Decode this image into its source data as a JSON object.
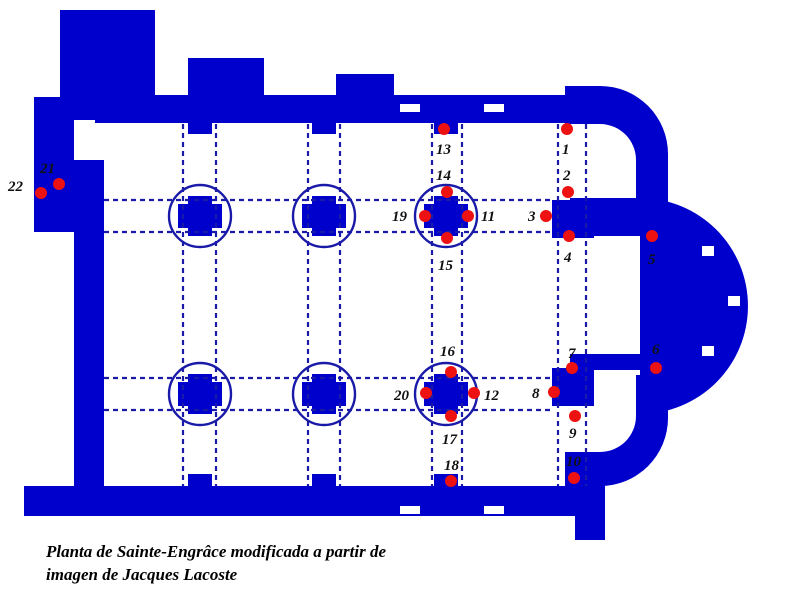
{
  "caption": {
    "line1": "Planta de Sainte-Engrâce modificada a partir de",
    "line2": "imagen de Jacques Lacoste"
  },
  "colors": {
    "wall": "#0000cc",
    "dash": "#1a1aa8",
    "dot": "#ee1111",
    "background": "#ffffff"
  },
  "points": [
    {
      "id": "1",
      "label": "1"
    },
    {
      "id": "2",
      "label": "2"
    },
    {
      "id": "3",
      "label": "3"
    },
    {
      "id": "4",
      "label": "4"
    },
    {
      "id": "5",
      "label": "5"
    },
    {
      "id": "6",
      "label": "6"
    },
    {
      "id": "7",
      "label": "7"
    },
    {
      "id": "8",
      "label": "8"
    },
    {
      "id": "9",
      "label": "9"
    },
    {
      "id": "10",
      "label": "10"
    },
    {
      "id": "11",
      "label": "11"
    },
    {
      "id": "12",
      "label": "12"
    },
    {
      "id": "13",
      "label": "13"
    },
    {
      "id": "14",
      "label": "14"
    },
    {
      "id": "15",
      "label": "15"
    },
    {
      "id": "16",
      "label": "16"
    },
    {
      "id": "17",
      "label": "17"
    },
    {
      "id": "18",
      "label": "18"
    },
    {
      "id": "19",
      "label": "19"
    },
    {
      "id": "20",
      "label": "20"
    },
    {
      "id": "21",
      "label": "21"
    },
    {
      "id": "22",
      "label": "22"
    }
  ]
}
